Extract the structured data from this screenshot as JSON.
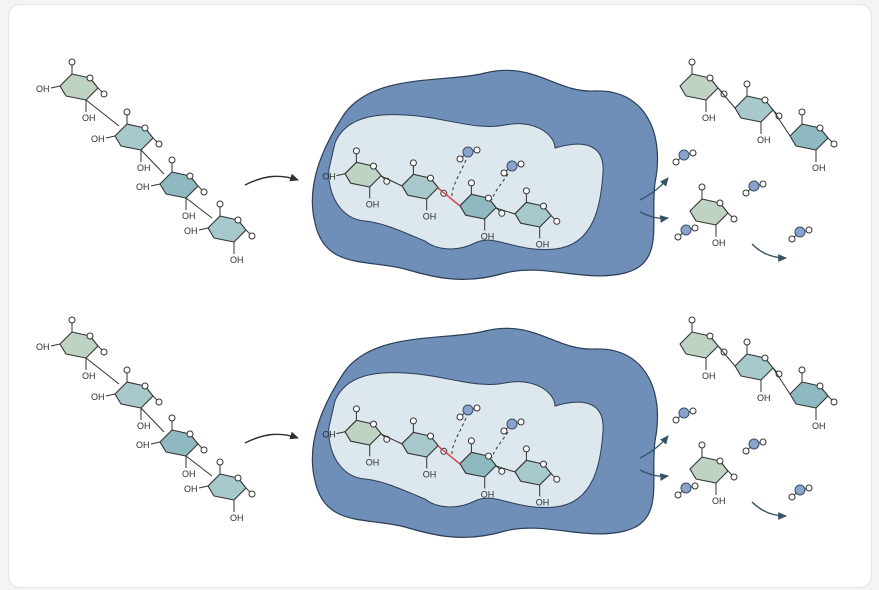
{
  "diagram": {
    "hydroxyl_label": "OH",
    "colors": {
      "pocket_outer": "#6f8fb8",
      "pocket_outer_edge": "#2c3e57",
      "pocket_inner": "#dde7ee",
      "ring_green": "#bfd3c4",
      "ring_teal": "#a7c9cc",
      "ring_blue": "#8fb9c0",
      "water": "#8aa3cc",
      "bond": "#333333",
      "scissile_bond": "#d94a5a",
      "arrow": "#345466"
    },
    "rows": [
      {
        "name": "top-reaction",
        "substrate_units": 4,
        "bound_units": 4,
        "product_units": 3,
        "free_waters": 4
      },
      {
        "name": "bottom-reaction",
        "substrate_units": 4,
        "bound_units": 4,
        "product_units": 3,
        "free_waters": 4
      }
    ]
  }
}
